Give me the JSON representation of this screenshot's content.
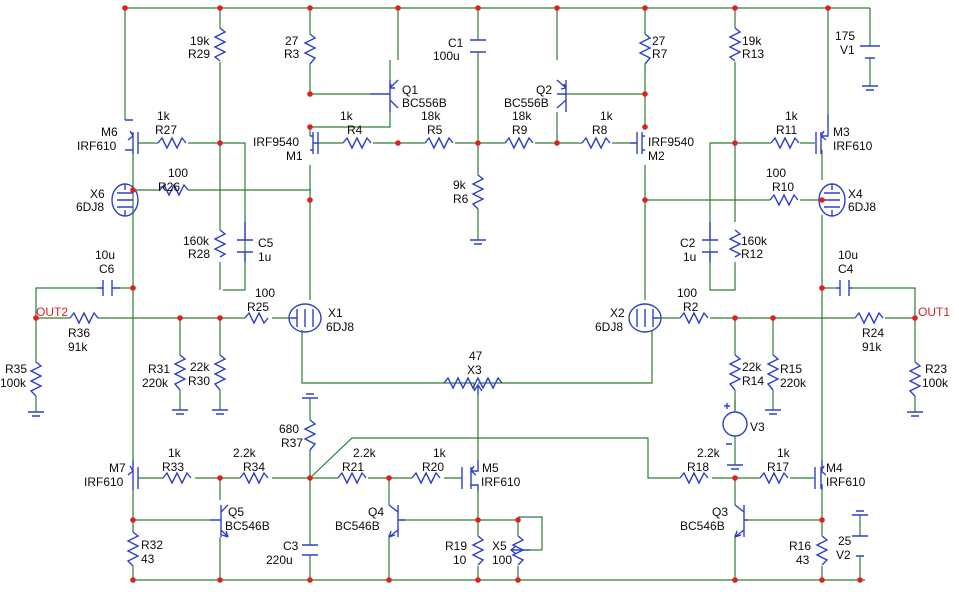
{
  "colors": {
    "wire": "#2e7d32",
    "component": "#2e40c8",
    "junction": "#e02020",
    "label": "#0a0a0a",
    "net_label": "#e02020",
    "background": "#ffffff"
  },
  "nets": {
    "out1": "OUT1",
    "out2": "OUT2"
  },
  "labels": {
    "R29": {
      "value": "19k",
      "ref": "R29"
    },
    "R3": {
      "value": "27",
      "ref": "R3"
    },
    "C1": {
      "ref": "C1",
      "value": "100u"
    },
    "R7": {
      "value": "27",
      "ref": "R7"
    },
    "R13": {
      "value": "19k",
      "ref": "R13"
    },
    "V1": {
      "value": "175",
      "ref": "V1"
    },
    "Q1": {
      "ref": "Q1",
      "part": "BC556B"
    },
    "Q2": {
      "ref": "Q2",
      "part": "BC556B"
    },
    "M6": {
      "ref": "M6",
      "part": "IRF610"
    },
    "R27": {
      "value": "1k",
      "ref": "R27"
    },
    "M1": {
      "part": "IRF9540",
      "ref": "M1"
    },
    "R4": {
      "value": "1k",
      "ref": "R4"
    },
    "R5": {
      "value": "18k",
      "ref": "R5"
    },
    "R9": {
      "value": "18k",
      "ref": "R9"
    },
    "R8": {
      "value": "1k",
      "ref": "R8"
    },
    "M2": {
      "part": "IRF9540",
      "ref": "M2"
    },
    "R11": {
      "value": "1k",
      "ref": "R11"
    },
    "M3": {
      "ref": "M3",
      "part": "IRF610"
    },
    "X6": {
      "ref": "X6",
      "part": "6DJ8"
    },
    "R26": {
      "value": "100",
      "ref": "R26"
    },
    "R6": {
      "value": "9k",
      "ref": "R6"
    },
    "R10": {
      "value": "100",
      "ref": "R10"
    },
    "X4": {
      "ref": "X4",
      "part": "6DJ8"
    },
    "R28": {
      "value": "160k",
      "ref": "R28"
    },
    "C5": {
      "ref": "C5",
      "value": "1u"
    },
    "C2": {
      "ref": "C2",
      "value": "1u"
    },
    "R12": {
      "value": "160k",
      "ref": "R12"
    },
    "C6": {
      "value": "10u",
      "ref": "C6"
    },
    "C4": {
      "value": "10u",
      "ref": "C4"
    },
    "R25": {
      "value": "100",
      "ref": "R25"
    },
    "X1": {
      "ref": "X1",
      "part": "6DJ8"
    },
    "X2": {
      "ref": "X2",
      "part": "6DJ8"
    },
    "R2": {
      "value": "100",
      "ref": "R2"
    },
    "R36": {
      "ref": "R36",
      "value": "91k"
    },
    "R24": {
      "ref": "R24",
      "value": "91k"
    },
    "R35": {
      "ref": "R35",
      "value": "100k"
    },
    "R31": {
      "ref": "R31",
      "value": "220k"
    },
    "R30": {
      "value": "22k",
      "ref": "R30"
    },
    "X3": {
      "value": "47",
      "ref": "X3"
    },
    "R14": {
      "value": "22k",
      "ref": "R14"
    },
    "R15": {
      "ref": "R15",
      "value": "220k"
    },
    "R23": {
      "ref": "R23",
      "value": "100k"
    },
    "R37": {
      "value": "680",
      "ref": "R37"
    },
    "V3": {
      "ref": "V3"
    },
    "M7": {
      "ref": "M7",
      "part": "IRF610"
    },
    "R33": {
      "value": "1k",
      "ref": "R33"
    },
    "R34": {
      "value": "2.2k",
      "ref": "R34"
    },
    "R21": {
      "value": "2.2k",
      "ref": "R21"
    },
    "R20": {
      "value": "1k",
      "ref": "R20"
    },
    "M5": {
      "ref": "M5",
      "part": "IRF610"
    },
    "R18": {
      "value": "2.2k",
      "ref": "R18"
    },
    "R17": {
      "value": "1k",
      "ref": "R17"
    },
    "M4": {
      "ref": "M4",
      "part": "IRF610"
    },
    "Q5": {
      "ref": "Q5",
      "part": "BC546B"
    },
    "Q4": {
      "ref": "Q4",
      "part": "BC546B"
    },
    "Q3": {
      "ref": "Q3",
      "part": "BC546B"
    },
    "R32": {
      "ref": "R32",
      "value": "43"
    },
    "C3": {
      "ref": "C3",
      "value": "220u"
    },
    "R19": {
      "ref": "R19",
      "value": "10"
    },
    "X5": {
      "ref": "X5",
      "value": "100"
    },
    "R16": {
      "ref": "R16",
      "value": "43"
    },
    "V2": {
      "value": "25",
      "ref": "V2"
    }
  }
}
